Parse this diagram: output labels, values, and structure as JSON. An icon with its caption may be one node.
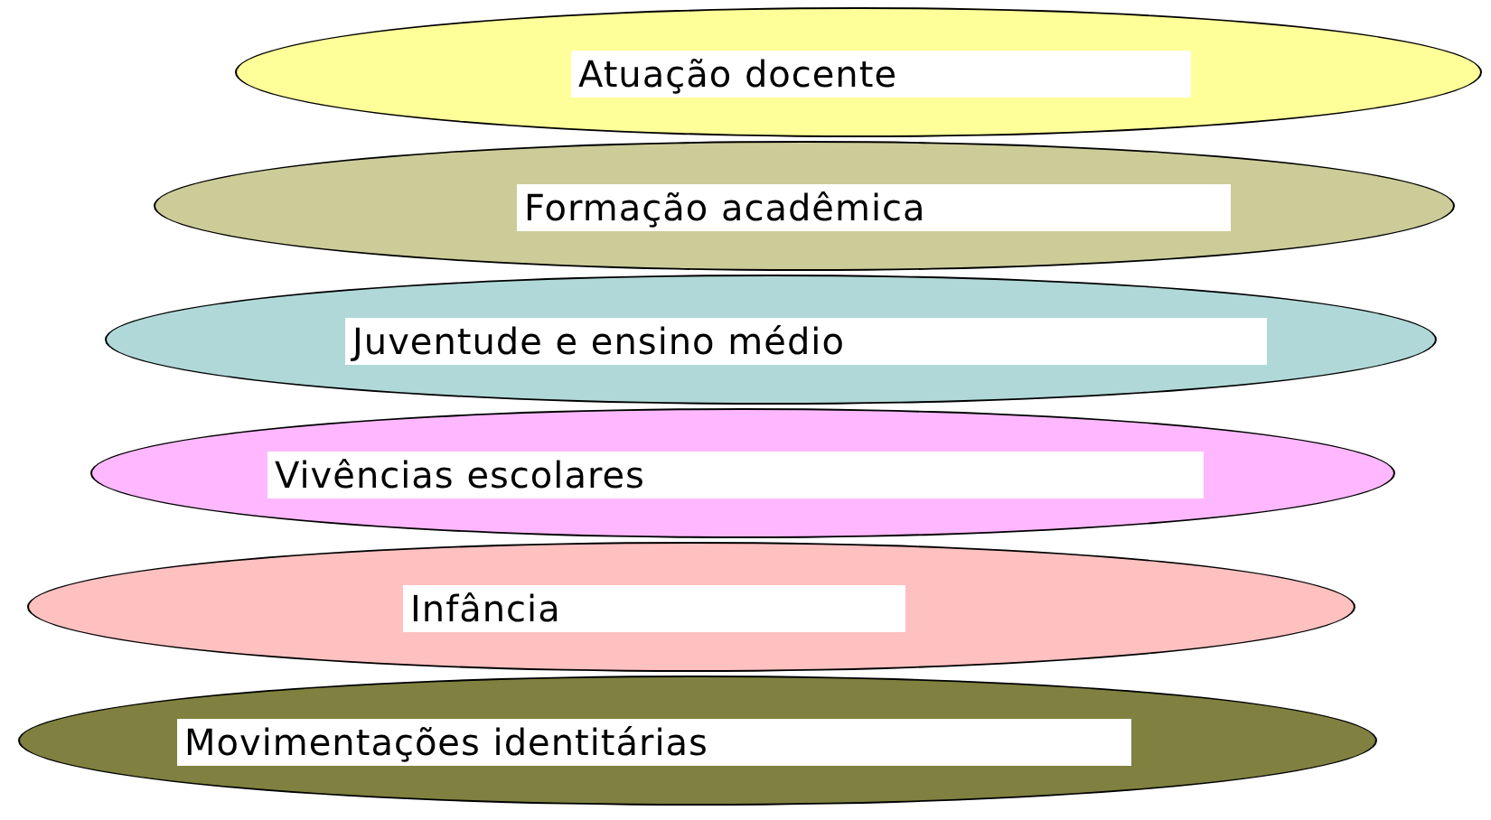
{
  "diagram": {
    "nodes": [
      {
        "text": [
          "Atuação docente"
        ]
      },
      {
        "text": [
          "Formação acadêmica"
        ]
      },
      {
        "text": [
          "Juventude e ensino médio"
        ]
      },
      {
        "text": [
          "Vivências escolares"
        ]
      },
      {
        "text": [
          "Infância"
        ]
      },
      {
        "text": [
          "Movimentações identitárias"
        ]
      }
    ]
  }
}
